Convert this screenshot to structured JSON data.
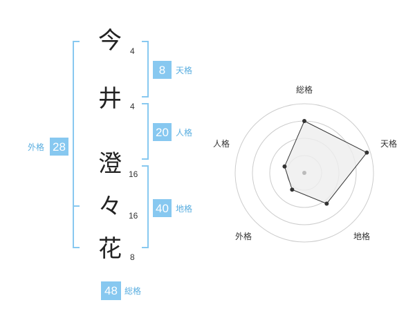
{
  "name_chars": [
    {
      "char": "今",
      "strokes": "4"
    },
    {
      "char": "井",
      "strokes": "4"
    },
    {
      "char": "澄",
      "strokes": "16"
    },
    {
      "char": "々",
      "strokes": "16"
    },
    {
      "char": "花",
      "strokes": "8"
    }
  ],
  "fortune": {
    "tenkaku": {
      "value": "8",
      "label": "天格"
    },
    "jinkaku": {
      "value": "20",
      "label": "人格"
    },
    "chikaku": {
      "value": "40",
      "label": "地格"
    },
    "gaikaku": {
      "value": "28",
      "label": "外格"
    },
    "soukaku": {
      "value": "48",
      "label": "総格"
    }
  },
  "radar": {
    "axes": [
      "総格",
      "天格",
      "地格",
      "外格",
      "人格"
    ],
    "levels": 4,
    "values": [
      0.75,
      0.95,
      0.55,
      0.3,
      0.3
    ],
    "colors": {
      "fill": "#eeeeee",
      "stroke": "#333333",
      "grid": "#cccccc",
      "point": "#333333",
      "center": "#bbbbbb"
    }
  },
  "colors": {
    "accent": "#87c8f0",
    "accent_text": "#5aaee0"
  }
}
